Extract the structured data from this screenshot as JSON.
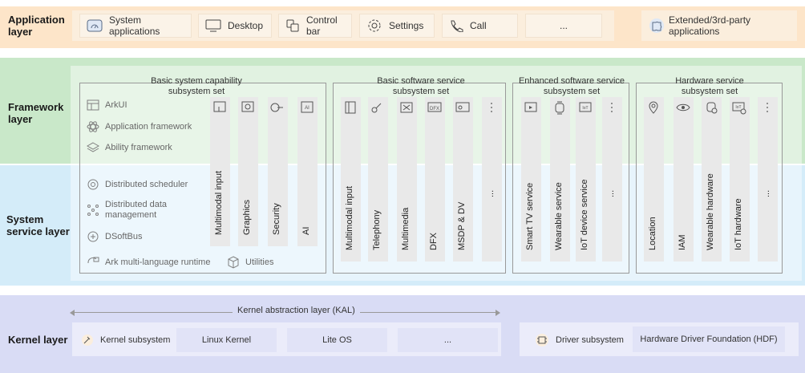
{
  "layers": {
    "application": "Application\nlayer",
    "framework": "Framework\nlayer",
    "system": "System\nservice layer",
    "kernel": "Kernel layer"
  },
  "application": {
    "items": [
      {
        "label": "System applications",
        "icon": "window-gauge-icon"
      },
      {
        "label": "Desktop",
        "icon": "monitor-icon"
      },
      {
        "label": "Control bar",
        "icon": "control-panel-icon"
      },
      {
        "label": "Settings",
        "icon": "gear-icon"
      },
      {
        "label": "Call",
        "icon": "phone-icon"
      },
      {
        "label": "...",
        "icon": ""
      }
    ],
    "extended": {
      "label": "Extended/3rd-party applications",
      "icon": "puzzle-icon"
    }
  },
  "framework": {
    "left_items": [
      {
        "label": "ArkUI",
        "icon": "ui-layout-icon"
      },
      {
        "label": "Application framework",
        "icon": "atom-icon"
      },
      {
        "label": "Ability framework",
        "icon": "layers-icon"
      }
    ],
    "system_items": [
      {
        "label": "Distributed scheduler",
        "icon": "scheduler-icon"
      },
      {
        "label": "Distributed data\nmanagement",
        "icon": "data-dots-icon"
      },
      {
        "label": "DSoftBus",
        "icon": "bus-icon"
      },
      {
        "label": "Ark multi-language runtime",
        "icon": "runtime-icon"
      },
      {
        "label": "Utilities",
        "icon": "cube-icon"
      }
    ],
    "groups": [
      {
        "title": "Basic system capability\nsubsystem set",
        "columns": [
          {
            "label": "Multimodal input",
            "icon": "touch-screen-icon"
          },
          {
            "label": "Graphics",
            "icon": "image-icon"
          },
          {
            "label": "Security",
            "icon": "key-icon"
          },
          {
            "label": "AI",
            "icon": "ai-chip-icon"
          }
        ]
      },
      {
        "title": "Basic software service\nsubsystem set",
        "columns": [
          {
            "label": "Multimodal input",
            "icon": "panel-icon"
          },
          {
            "label": "Telephony",
            "icon": "telephony-icon"
          },
          {
            "label": "Multimedia",
            "icon": "multimedia-icon"
          },
          {
            "label": "DFX",
            "icon": "dfx-icon"
          },
          {
            "label": "MSDP & DV",
            "icon": "msdp-icon"
          },
          {
            "label": "...",
            "icon": "vertical-dots-icon"
          }
        ]
      },
      {
        "title": "Enhanced software service\nsubsystem set",
        "columns": [
          {
            "label": "Smart TV service",
            "icon": "tv-icon"
          },
          {
            "label": "Wearable service",
            "icon": "watch-icon"
          },
          {
            "label": "IoT device service",
            "icon": "iot-device-icon"
          },
          {
            "label": "...",
            "icon": "vertical-dots-icon"
          }
        ]
      },
      {
        "title": "Hardware service\nsubsystem set",
        "columns": [
          {
            "label": "Location",
            "icon": "location-pin-icon"
          },
          {
            "label": "IAM",
            "icon": "eye-icon"
          },
          {
            "label": "Wearable hardware",
            "icon": "watch-gear-icon"
          },
          {
            "label": "IoT hardware",
            "icon": "iot-gear-icon"
          },
          {
            "label": "...",
            "icon": "vertical-dots-icon"
          }
        ]
      }
    ]
  },
  "kernel": {
    "kal": "Kernel abstraction layer (KAL)",
    "kernel_subsystem": "Kernel subsystem",
    "kernels": [
      "Linux Kernel",
      "Lite OS",
      "..."
    ],
    "driver_subsystem": "Driver subsystem",
    "hdf": "Hardware Driver Foundation (HDF)"
  },
  "colors": {
    "application": "#fde5c9",
    "framework": "#c9e8c9",
    "system": "#d4ecf9",
    "kernel": "#d9dcf5"
  }
}
